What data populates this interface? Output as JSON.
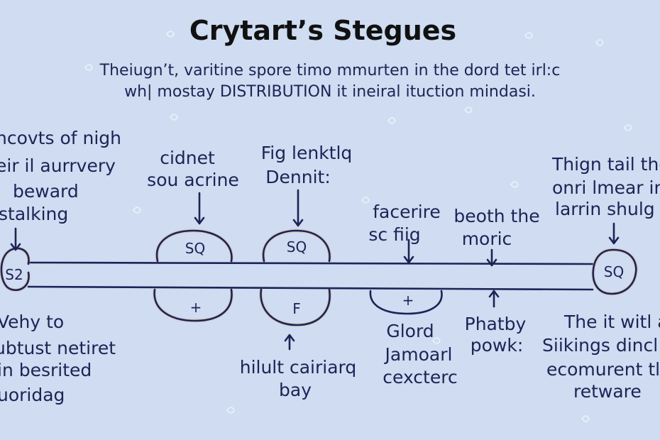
{
  "title": "Crytart’s Stegues",
  "subtitle": [
    "Theiugn’t, varitine spore timo mmurten in the dord tet irl:c",
    "wh| mostay DISTRIBUTION it ineiral ituction mindasi."
  ],
  "nodes": {
    "left_end": "S2",
    "top_1": "SQ",
    "top_2": "SQ",
    "bottom_1": "+",
    "bottom_2": "F",
    "bottom_3": "+",
    "right_end": "SQ"
  },
  "labels": {
    "top_left": [
      "ncovts of nigh",
      "eir il aurrvery",
      "beward",
      "stalking"
    ],
    "top_mid_1": [
      "cidnet",
      "sou acrine"
    ],
    "top_mid_2": [
      "Fig lenktlq",
      "Dennit:"
    ],
    "top_mid_3": [
      "facerire",
      "sc fiig"
    ],
    "top_mid_4": [
      "beoth the",
      "moric"
    ],
    "top_right": [
      "Thign tail the",
      "onri lmear in",
      "larrin shulg"
    ],
    "bot_left": [
      "Vehy to",
      "ubtust netiret",
      "in besrited",
      "uoridag"
    ],
    "bot_mid_1": [
      "hilult cairiarq",
      "bay"
    ],
    "bot_mid_2": [
      "Glord",
      "Jamoarl",
      "cexcterc"
    ],
    "bot_mid_3": [
      "Phatby",
      "powk:"
    ],
    "bot_right": [
      "The it witl a",
      "Siikings dincl",
      "ecomurent tlo",
      "retware"
    ]
  },
  "colors": {
    "background": "#cfdcf1",
    "ink": "#1d2356",
    "halo": "#d7a86a"
  }
}
